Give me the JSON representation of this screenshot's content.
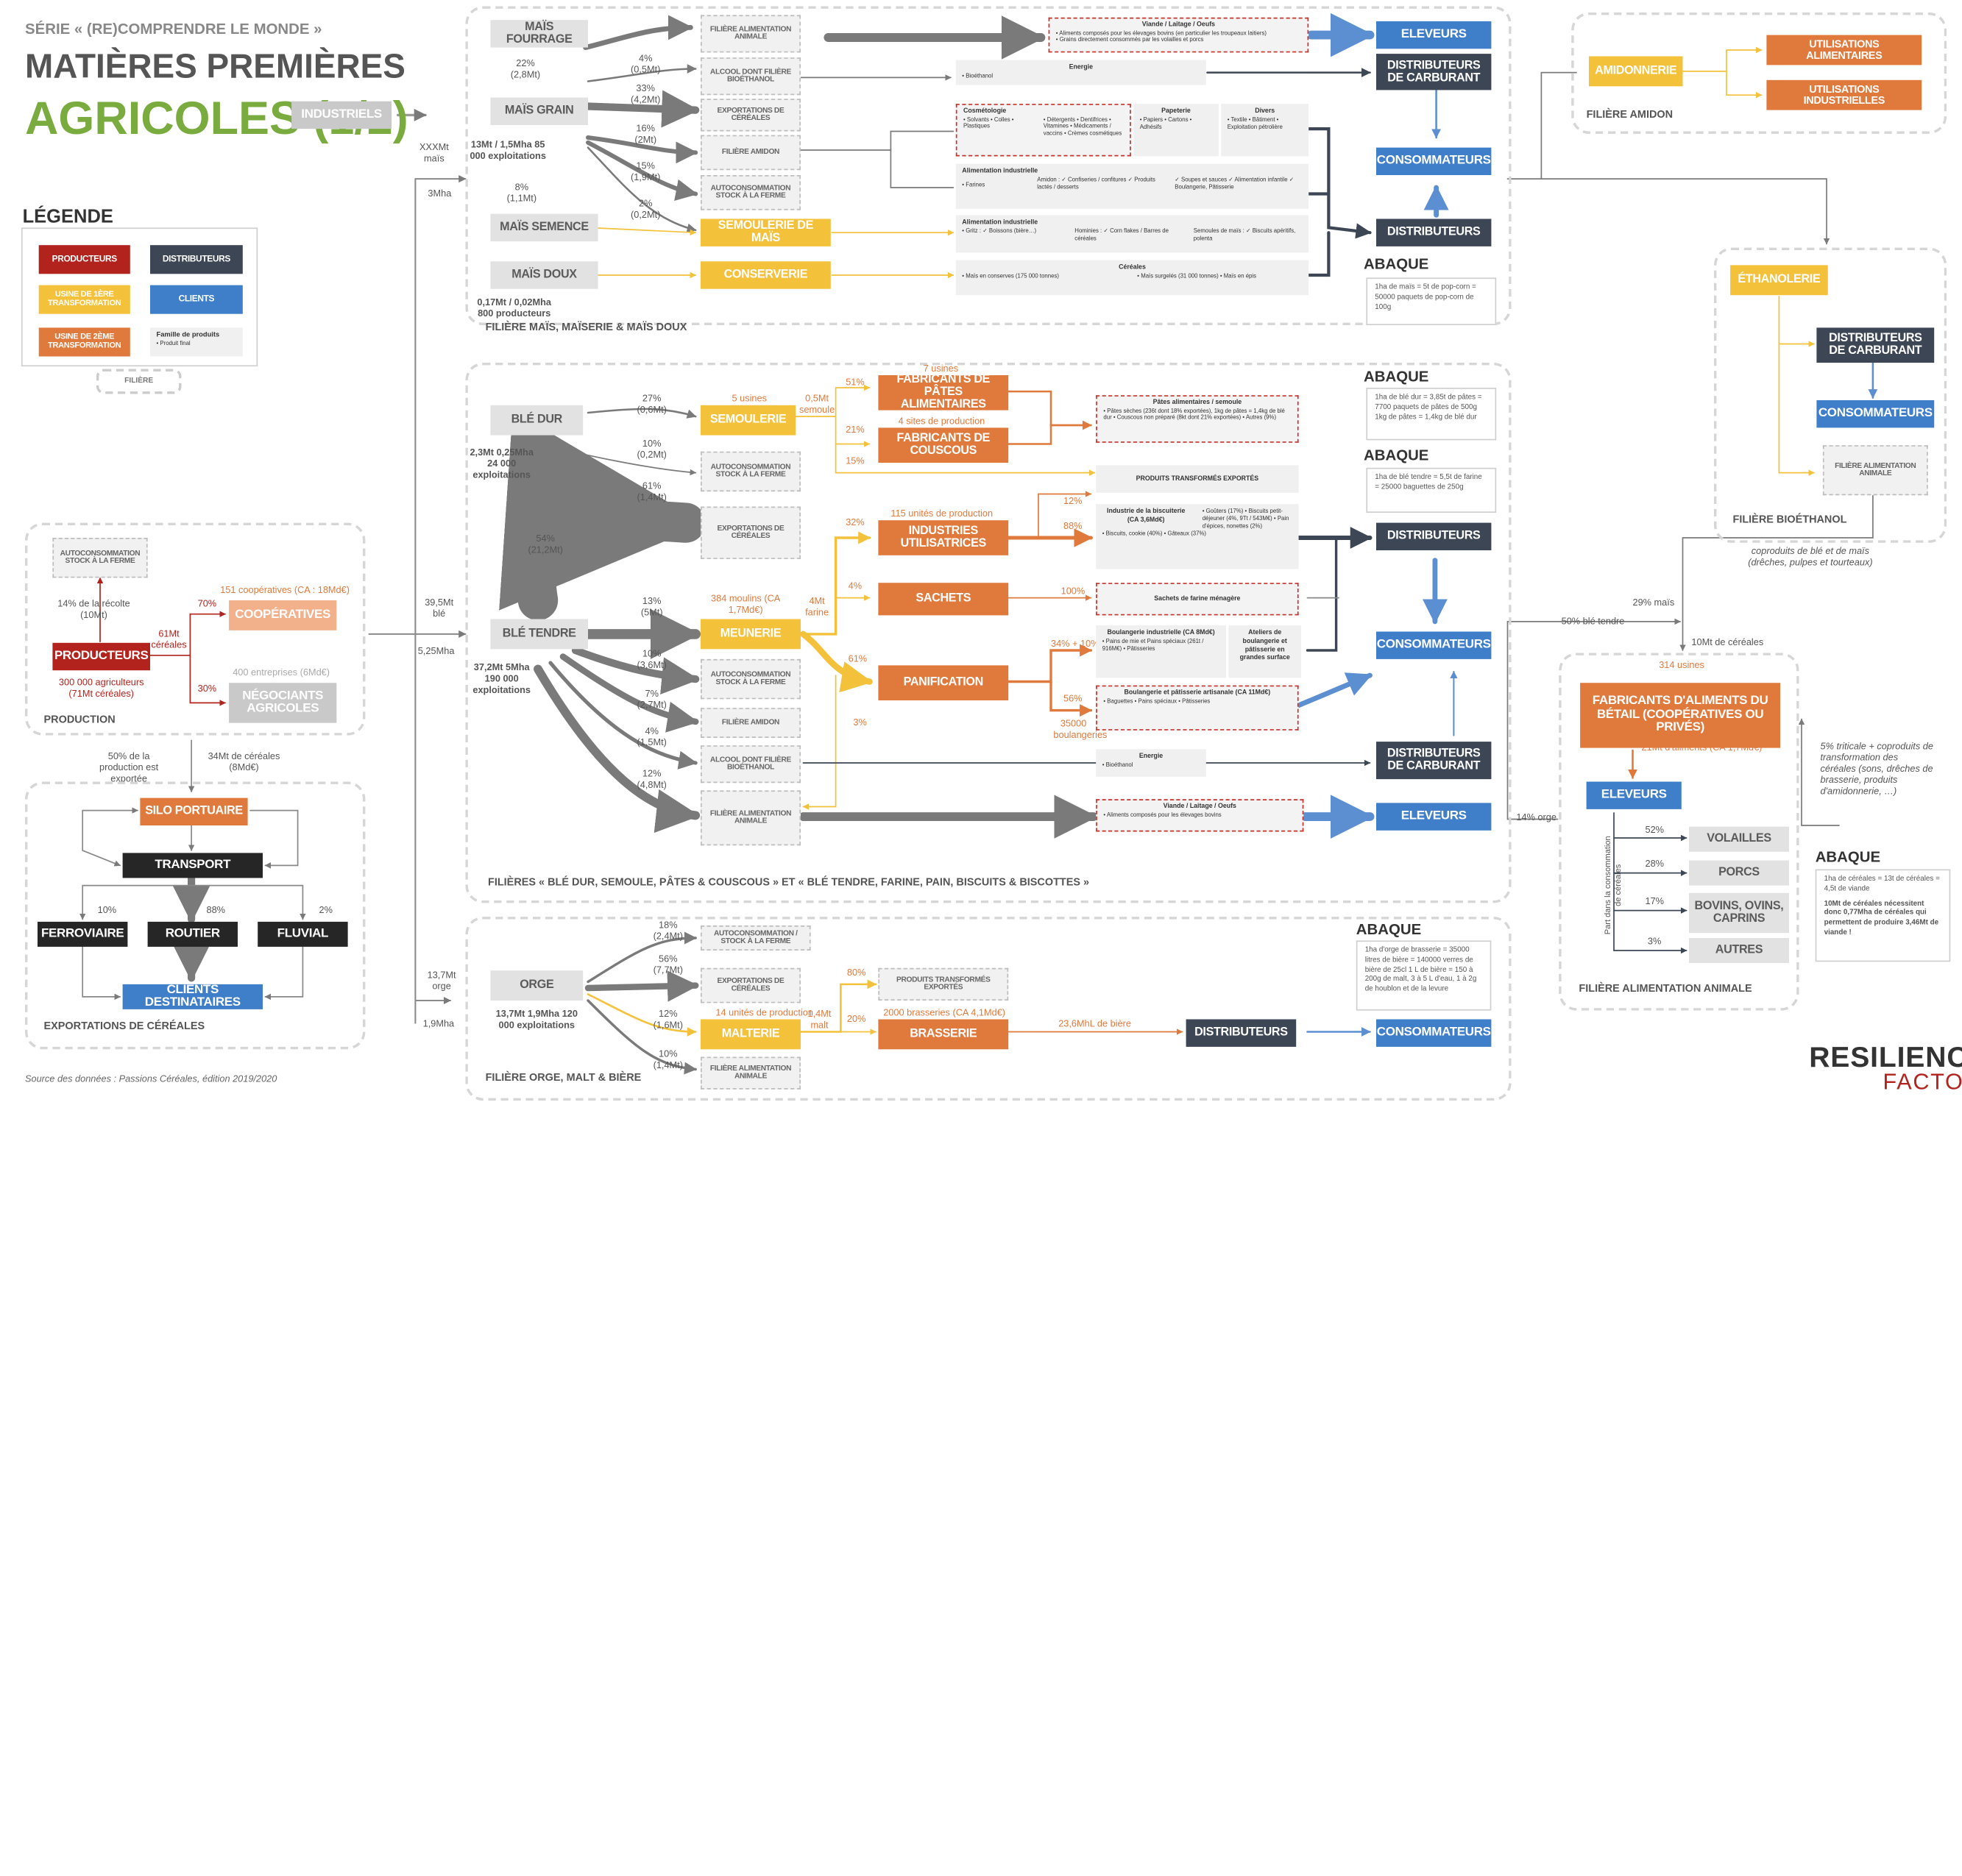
{
  "header": {
    "series": "SÉRIE « (RE)COMPRENDRE LE MONDE »",
    "title1": "MATIÈRES PREMIÈRES",
    "title2": "AGRICOLES (1/2)",
    "industriels": "INDUSTRIELS"
  },
  "legend": {
    "title": "LÉGENDE",
    "producteurs": "PRODUCTEURS",
    "distributeurs": "DISTRIBUTEURS",
    "usine1": "USINE DE 1ÈRE TRANSFORMATION",
    "clients": "CLIENTS",
    "usine2": "USINE DE 2ÈME TRANSFORMATION",
    "famille": "Famille de produits",
    "produit_final": "• Produit final",
    "filiere": "FILIÈRE"
  },
  "production": {
    "autoconso": "AUTOCONSOMMATION STOCK À LA FERME",
    "pct_recolte": "14% de la récolte (10Mt)",
    "producteurs": "PRODUCTEURS",
    "agriculteurs": "300 000 agriculteurs (71Mt céréales)",
    "mt_cereales": "61Mt céréales",
    "p70": "70%",
    "p30": "30%",
    "coop_info": "151 coopératives (CA : 18Md€)",
    "coop": "COOPÉRATIVES",
    "neg_info": "400 entreprises (6Md€)",
    "negociants": "NÉGOCIANTS AGRICOLES",
    "caption": "PRODUCTION"
  },
  "exports": {
    "p50": "50% de la production est exportée",
    "mt34": "34Mt de céréales (8Md€)",
    "silo": "SILO PORTUAIRE",
    "transport": "TRANSPORT",
    "p10": "10%",
    "p88": "88%",
    "p2": "2%",
    "ferroviaire": "FERROVIAIRE",
    "routier": "ROUTIER",
    "fluvial": "FLUVIAL",
    "clients": "CLIENTS DESTINATAIRES",
    "caption": "EXPORTATIONS DE CÉRÉALES",
    "source": "Source des données : Passions Céréales, édition 2019/2020"
  },
  "trunk": {
    "mais_top": "XXXMt maïs",
    "mais_ha": "3Mha",
    "ble_mt": "39,5Mt blé",
    "ble_ha": "5,25Mha",
    "orge_mt": "13,7Mt orge",
    "orge_ha": "1,9Mha"
  },
  "mais": {
    "fourrage": "MAÏS FOURRAGE",
    "grain": "MAÏS GRAIN",
    "semence": "MAÏS SEMENCE",
    "doux": "MAÏS DOUX",
    "p22": "22% (2,8Mt)",
    "grain_stats": "13Mt / 1,5Mha 85 000 exploitations",
    "p8": "8% (1,1Mt)",
    "doux_stats": "0,17Mt / 0,02Mha 800 producteurs",
    "p4": "4% (0,5Mt)",
    "p33": "33% (4,2Mt)",
    "p16": "16% (2Mt)",
    "p15": "15% (1,9Mt)",
    "p2": "2% (0,2Mt)",
    "f_animale": "FILIÈRE ALIMENTATION ANIMALE",
    "alcool": "ALCOOL DONT FILIÈRE BIOÉTHANOL",
    "exports": "EXPORTATIONS DE CÉRÉALES",
    "amidon": "FILIÈRE AMIDON",
    "autoconso": "AUTOCONSOMMATION STOCK À LA FERME",
    "semoulerie": "SEMOULERIE DE MAÏS",
    "conserverie": "CONSERVERIE",
    "caption": "FILIÈRE MAÏS, MAÏSERIE & MAÏS DOUX",
    "viande_t": "Viande / Laitage / Oeufs",
    "viande_l1": "• Aliments composés pour les élevages bovins (en particulier les troupeaux laitiers)",
    "viande_l2": "• Grains directement consommés par les volailles et porcs",
    "energie_t": "Energie",
    "energie_l": "• Bioéthanol",
    "cosm_t": "Cosmétologie",
    "cosm_l": "• Solvants • Colles • Plastiques",
    "cosm_l2": "• Détergents • Dentifrices • Vitamines • Médicaments / vaccins • Crèmes cosmétiques",
    "pap_t": "Papeterie",
    "pap_l": "• Papiers • Cartons • Adhésifs",
    "div_t": "Divers",
    "div_l": "• Textile • Bâtiment • Exploitation pétrolière",
    "ali_t": "Alimentation industrielle",
    "ali_l1": "• Farines",
    "ali_l2": "Amidon : ✓ Confiseries / confitures ✓ Produits lactés / desserts",
    "ali_l3": "✓ Soupes et sauces ✓ Alimentation infantile ✓ Boulangerie, Pâtisserie",
    "sem_t": "Alimentation industrielle",
    "sem_l1": "• Gritz : ✓ Boissons (bière…)",
    "sem_l2": "Hominies : ✓ Corn flakes / Barres de céréales",
    "sem_l3": "Semoules de maïs : ✓ Biscuits apéritifs, polenta",
    "cer_t": "Céréales",
    "cer_l1": "• Maïs en conserves (175 000 tonnes)",
    "cer_l2": "• Maïs surgelés (31 000 tonnes) • Maïs en épis",
    "eleveurs": "ELEVEURS",
    "distrib_carb": "DISTRIBUTEURS DE CARBURANT",
    "consommateurs": "CONSOMMATEURS",
    "distributeurs": "DISTRIBUTEURS",
    "abaque_t": "ABAQUE",
    "abaque": "1ha de maïs = 5t de pop-corn = 50000 paquets de pop-corn de 100g"
  },
  "amidon_box": {
    "amidonnerie": "AMIDONNERIE",
    "util_ali": "UTILISATIONS ALIMENTAIRES",
    "util_ind": "UTILISATIONS INDUSTRIELLES",
    "caption": "FILIÈRE AMIDON"
  },
  "ethanol_box": {
    "ethanolerie": "ÉTHANOLERIE",
    "distrib_carb": "DISTRIBUTEURS DE CARBURANT",
    "consommateurs": "CONSOMMATEURS",
    "f_animale": "FILIÈRE ALIMENTATION ANIMALE",
    "caption": "FILIÈRE BIOÉTHANOL",
    "coproduits": "coproduits de blé et de maïs (drêches, pulpes et tourteaux)"
  },
  "ble": {
    "dur": "BLÉ DUR",
    "dur_stats": "2,3Mt 0,25Mha 24 000 exploitations",
    "p27": "27% (0,6Mt)",
    "p10": "10% (0,2Mt)",
    "p61": "61% (1,4Mt)",
    "semoulerie_info": "5 usines",
    "semoulerie": "SEMOULERIE",
    "semoule_flux": "0,5Mt semoule",
    "p51": "51%",
    "p21": "21%",
    "p15": "15%",
    "pates_info": "7 usines",
    "pates": "FABRICANTS DE PÂTES ALIMENTAIRES",
    "couscous_info": "4 sites de production",
    "couscous": "FABRICANTS DE COUSCOUS",
    "autoconso": "AUTOCONSOMMATION STOCK À LA FERME",
    "exports": "EXPORTATIONS DE CÉRÉALES",
    "p54": "54% (21,2Mt)",
    "tendre": "BLÉ TENDRE",
    "tendre_stats": "37,2Mt 5Mha 190 000 exploitations",
    "p13": "13% (5Mt)",
    "p10b": "10% (3,6Mt)",
    "p7": "7% (2,7Mt)",
    "p4": "4% (1,5Mt)",
    "p12": "12% (4,8Mt)",
    "moulins_info": "384 moulins (CA 1,7Md€)",
    "meunerie": "MEUNERIE",
    "farine_flux": "4Mt farine",
    "p32": "32%",
    "p4b": "4%",
    "p61b": "61%",
    "p3": "3%",
    "ind_info": "115 unités de production",
    "ind": "INDUSTRIES UTILISATRICES",
    "sachets": "SACHETS",
    "panif": "PANIFICATION",
    "amidon": "FILIÈRE AMIDON",
    "alcool": "ALCOOL DONT FILIÈRE BIOÉTHANOL",
    "f_animale": "FILIÈRE ALIMENTATION ANIMALE",
    "p12b": "12%",
    "p88": "88%",
    "p100": "100%",
    "p34": "34% + 10%",
    "p56": "56%",
    "boulangeries": "35000 boulangeries",
    "pates_t": "Pâtes alimentaires / semoule",
    "pates_l": "• Pâtes sèches (236t dont 18% exportées), 1kg de pâtes = 1,4kg de blé dur • Couscous non préparé (8kt dont 21% exportées) • Autres (9%)",
    "ptexp": "PRODUITS TRANSFORMÉS EXPORTÉS",
    "biscuit_t": "Industrie de la biscuiterie (CA 3,6Md€)",
    "biscuit_l1": "• Biscuits, cookie (40%) • Gâteaux (37%)",
    "biscuit_l2": "• Goûters (17%) • Biscuits petit-déjeuner (4%, 9Tt / 543M€) • Pain d'épices, nonettes (2%)",
    "sachets_t": "Sachets de farine ménagère",
    "boul_ind_t": "Boulangerie industrielle (CA 8Md€)",
    "boul_ind_l": "• Pains de mie et Pains spéciaux (261t / 916M€) • Pâtisseries",
    "ateliers": "Ateliers de boulangerie et pâtisserie en grandes surface",
    "boul_art_t": "Boulangerie et pâtisserie artisanale (CA 11Md€)",
    "boul_art_l": "• Baguettes • Pains spéciaux • Pâtisseries",
    "energie_t": "Energie",
    "energie_l": "• Bioéthanol",
    "viande_t": "Viande / Laitage / Oeufs",
    "viande_l": "• Aliments composés pour les élevages bovins",
    "distributeurs": "DISTRIBUTEURS",
    "consommateurs": "CONSOMMATEURS",
    "distrib_carb": "DISTRIBUTEURS DE CARBURANT",
    "eleveurs": "ELEVEURS",
    "caption": "FILIÈRES « BLÉ DUR, SEMOULE, PÂTES & COUSCOUS » ET « BLÉ TENDRE, FARINE, PAIN, BISCUITS & BISCOTTES »",
    "abaque1_t": "ABAQUE",
    "abaque1": "1ha de blé dur = 3,85t de pâtes = 7700 paquets de pâtes de 500g 1kg de pâtes = 1,4kg de blé dur",
    "abaque2_t": "ABAQUE",
    "abaque2": "1ha de blé tendre = 5,5t de farine = 25000 baguettes de 250g"
  },
  "orge": {
    "orge": "ORGE",
    "stats": "13,7Mt 1,9Mha 120 000 exploitations",
    "p18": "18% (2,4Mt)",
    "p56": "56% (7,7Mt)",
    "p12": "12% (1,6Mt)",
    "p10": "10% (1,4Mt)",
    "autoconso": "AUTOCONSOMMATION / STOCK À LA FERME",
    "exports": "EXPORTATIONS DE CÉRÉALES",
    "malt_info": "14 unités de production",
    "malterie": "MALTERIE",
    "malt_flux": "1,4Mt malt",
    "f_animale": "FILIÈRE ALIMENTATION ANIMALE",
    "p80": "80%",
    "p20": "20%",
    "ptexp": "PRODUITS TRANSFORMÉS EXPORTÉS",
    "brass_info": "2000 brasseries (CA 4,1Md€)",
    "brasserie": "BRASSERIE",
    "biere": "23,6MhL de bière",
    "distributeurs": "DISTRIBUTEURS",
    "consommateurs": "CONSOMMATEURS",
    "caption": "FILIÈRE ORGE, MALT & BIÈRE",
    "abaque_t": "ABAQUE",
    "abaque": "1ha d'orge de brasserie = 35000 litres de bière = 140000 verres de bière de 25cl 1 L de bière = 150 à 200g de malt, 3 à 5 L d'eau, 1 à 2g de houblon et de la levure"
  },
  "animal": {
    "p29": "29% maïs",
    "p50ble": "50% blé tendre",
    "mt10": "10Mt de céréales",
    "p14orge": "14% orge",
    "usines": "314 usines",
    "fab": "FABRICANTS D'ALIMENTS DU BÉTAIL (COOPÉRATIVES OU PRIVÉS)",
    "fab_info": "21Mt d'aliments (CA 1,7Md€)",
    "eleveurs": "ELEVEURS",
    "vertical": "Part dans la consommation de céréales",
    "p52": "52%",
    "p28": "28%",
    "p17": "17%",
    "p3": "3%",
    "volailles": "VOLAILLES",
    "porcs": "PORCS",
    "bovins": "BOVINS, OVINS, CAPRINS",
    "autres": "AUTRES",
    "note": "5% triticale + coproduits de transformation des céréales (sons, drêches de brasserie, produits d'amidonnerie, …)",
    "caption": "FILIÈRE ALIMENTATION ANIMALE",
    "abaque_t": "ABAQUE",
    "abaque1": "1ha de céréales = 13t de céréales = 4,5t de viande",
    "abaque2": "10Mt de céréales nécessitent donc 0,77Mha de céréales qui permettent de produire 3,46Mt de viande !"
  },
  "brand": {
    "l1": "RESILIENCE",
    "l2": "FACTORY"
  },
  "colors": {
    "red": "#b3231d",
    "navy": "#3d4654",
    "yellow": "#f4c13b",
    "orange": "#e07a3c",
    "blue": "#3f7fca",
    "gray": "#e2e2e2",
    "green_title": "#7aab3f"
  }
}
